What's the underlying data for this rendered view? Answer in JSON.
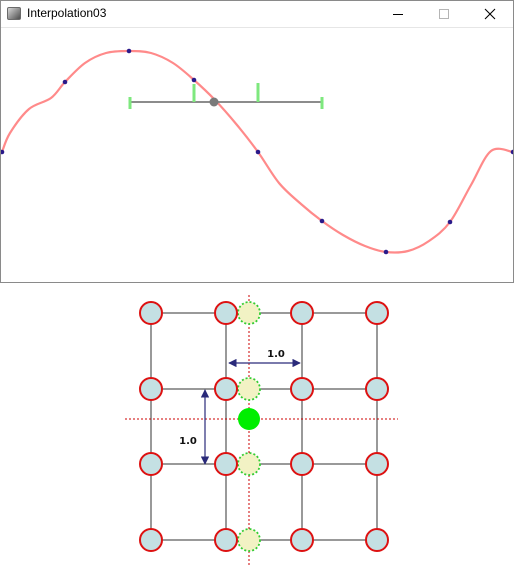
{
  "window": {
    "title": "Interpolation03",
    "controls": {
      "minimize": "minimize",
      "maximize": "maximize",
      "close": "close"
    }
  },
  "colors": {
    "curve": "#ff8a8a",
    "control_point": "#2a1a8a",
    "slider_line": "#8c8c8c",
    "slider_tick": "#7ee87e",
    "slider_knob": "#7a7a7a",
    "grid_node_fill": "#c4e0e3",
    "grid_node_stroke": "#dd1111",
    "interp_node_fill": "#f2f2c4",
    "interp_node_stroke": "#33cc33",
    "target_point": "#00ee00",
    "dimension_arrow": "#2a2a7a",
    "guide_line": "#cc0000"
  },
  "diagram": {
    "horizontal_spacing_label": "1.0",
    "vertical_spacing_label": "1.0"
  }
}
